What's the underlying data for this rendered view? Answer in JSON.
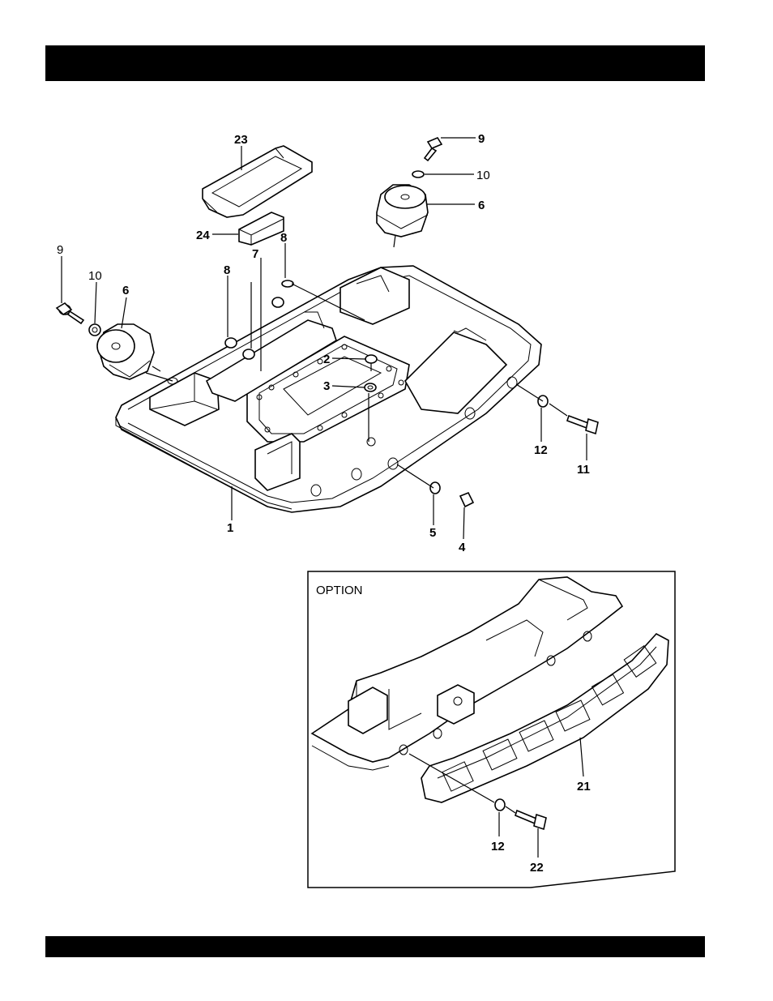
{
  "option_box": {
    "title": "OPTION"
  },
  "callouts": {
    "c1": "1",
    "c2": "2",
    "c3": "3",
    "c4": "4",
    "c5": "5",
    "c6a": "6",
    "c6b": "6",
    "c7": "7",
    "c8a": "8",
    "c8b": "8",
    "c9a": "9",
    "c9b": "9",
    "c10a": "10",
    "c10b": "10",
    "c11": "11",
    "c12a": "12",
    "c12b": "12",
    "c21": "21",
    "c22": "22",
    "c23": "23",
    "c24": "24"
  }
}
